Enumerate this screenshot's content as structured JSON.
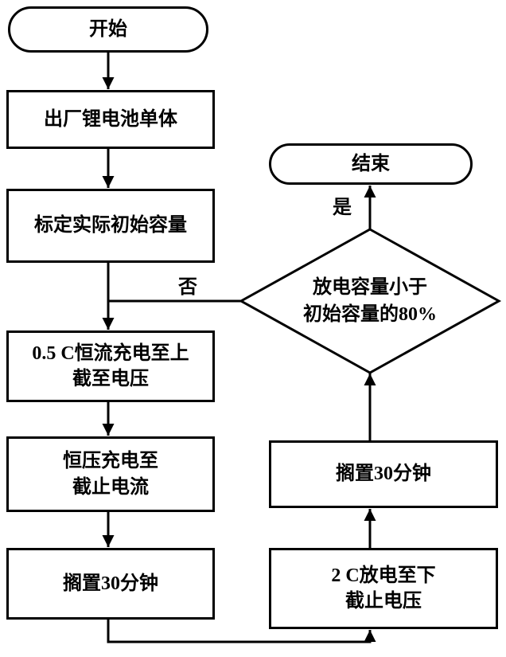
{
  "labels": {
    "yes": "是",
    "no": "否"
  },
  "nodes": {
    "start": {
      "label": "开始"
    },
    "factory": {
      "label": "出厂锂电池单体"
    },
    "calibrate": {
      "label": "标定实际初始容量"
    },
    "cc_charge": {
      "line1": "0.5 C恒流充电至上",
      "line2": "截至电压"
    },
    "cv_charge": {
      "line1": "恒压充电至",
      "line2": "截止电流"
    },
    "rest_left": {
      "label": "搁置30分钟"
    },
    "discharge": {
      "line1": "2 C放电至下",
      "line2": "截止电压"
    },
    "rest_right": {
      "label": "搁置30分钟"
    },
    "decision": {
      "line1": "放电容量小于",
      "line2": "初始容量的80%"
    },
    "end": {
      "label": "结束"
    }
  },
  "colors": {
    "stroke": "#000000",
    "node_fill": "#ffffff",
    "background": "#ffffff",
    "text": "#000000"
  }
}
